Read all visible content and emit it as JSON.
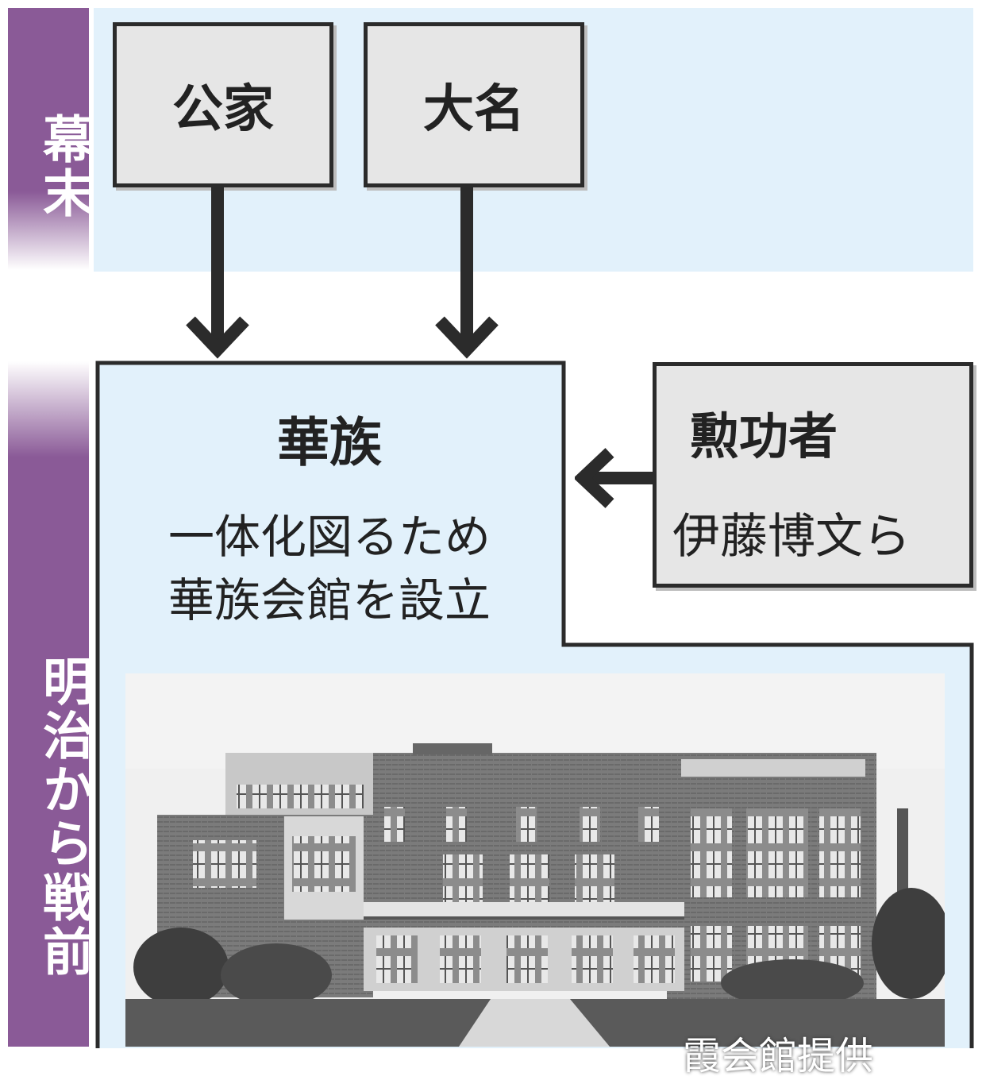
{
  "eras": {
    "bakumatsu": "幕末",
    "meiji_to_prewar": "明治から戦前"
  },
  "boxes": {
    "kuge": "公家",
    "daimyo": "大名",
    "kunkosha_title": "勲功者",
    "kunkosha_sub": "伊藤博文ら"
  },
  "kazoku": {
    "title": "華族",
    "line1": "一体化図るため",
    "line2": "華族会館を設立"
  },
  "photo": {
    "credit": "霞会館提供"
  },
  "colors": {
    "era_band": "#8a5a97",
    "panel_blue": "#e2f1fb",
    "box_fill": "#e6e6e6",
    "outline": "#2b2b2b"
  }
}
